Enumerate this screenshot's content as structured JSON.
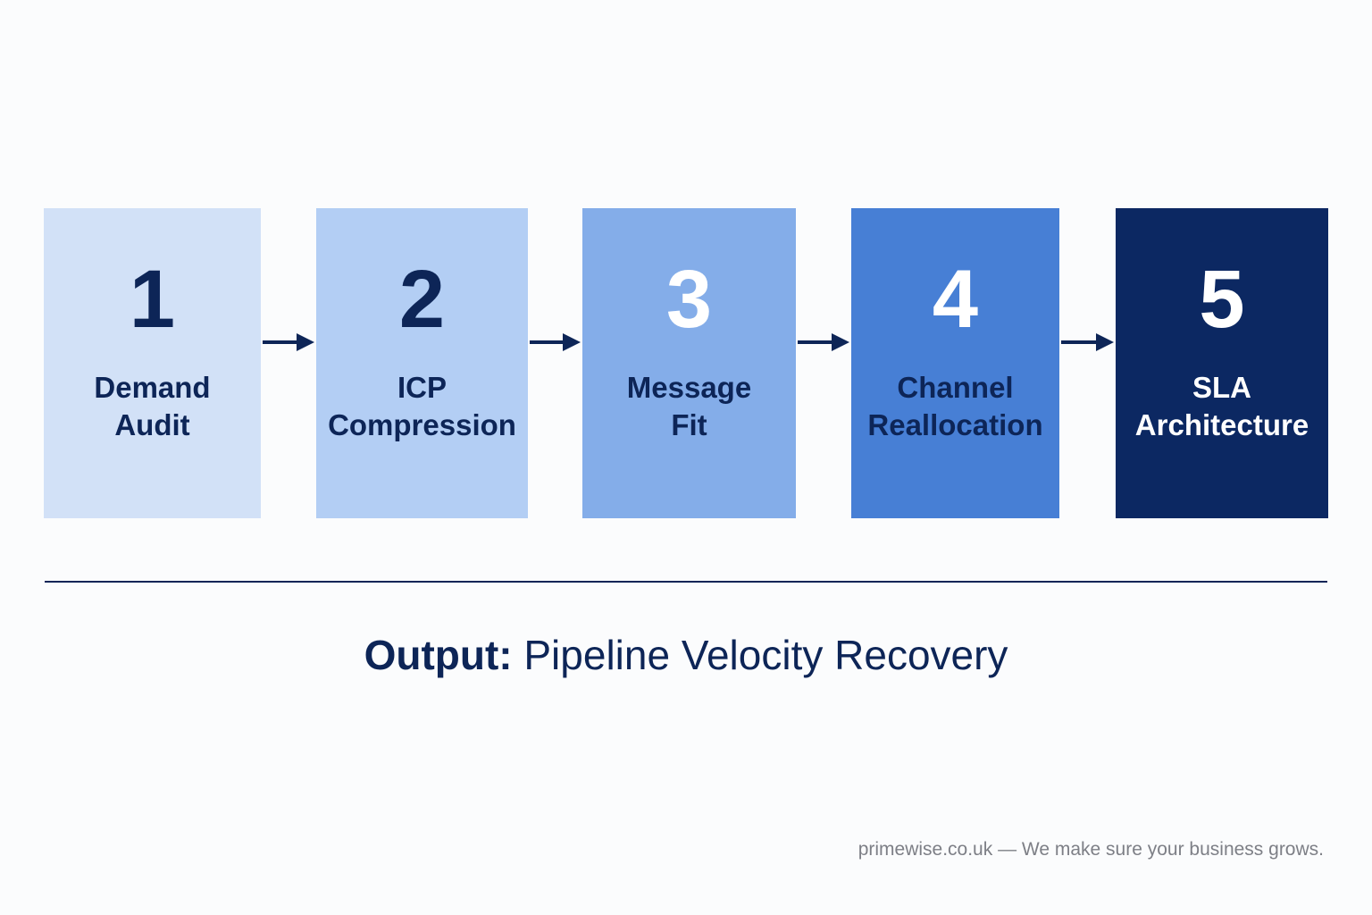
{
  "steps": [
    {
      "number": "1",
      "label_lines": [
        "Demand",
        "Audit"
      ],
      "fill": "#d2e1f7",
      "text_color": "#0d2557"
    },
    {
      "number": "2",
      "label_lines": [
        "ICP",
        "Compression"
      ],
      "fill": "#b3cef4",
      "text_color": "#0d2557"
    },
    {
      "number": "3",
      "label_lines": [
        "Message",
        "Fit"
      ],
      "fill": "#84ade9",
      "text_color": "#0d2557",
      "number_color": "#ffffff"
    },
    {
      "number": "4",
      "label_lines": [
        "Channel",
        "Reallocation"
      ],
      "fill": "#477fd5",
      "text_color": "#0d2557",
      "number_color": "#ffffff"
    },
    {
      "number": "5",
      "label_lines": [
        "SLA",
        "Architecture"
      ],
      "fill": "#0c2862",
      "text_color": "#ffffff"
    }
  ],
  "connector": {
    "icon": "arrow-right-icon",
    "color": "#0d2557"
  },
  "divider_color": "#0d2557",
  "output": {
    "prefix": "Output:",
    "value": " Pipeline Velocity Recovery"
  },
  "footer": {
    "text": "primewise.co.uk — We make sure your business grows."
  }
}
